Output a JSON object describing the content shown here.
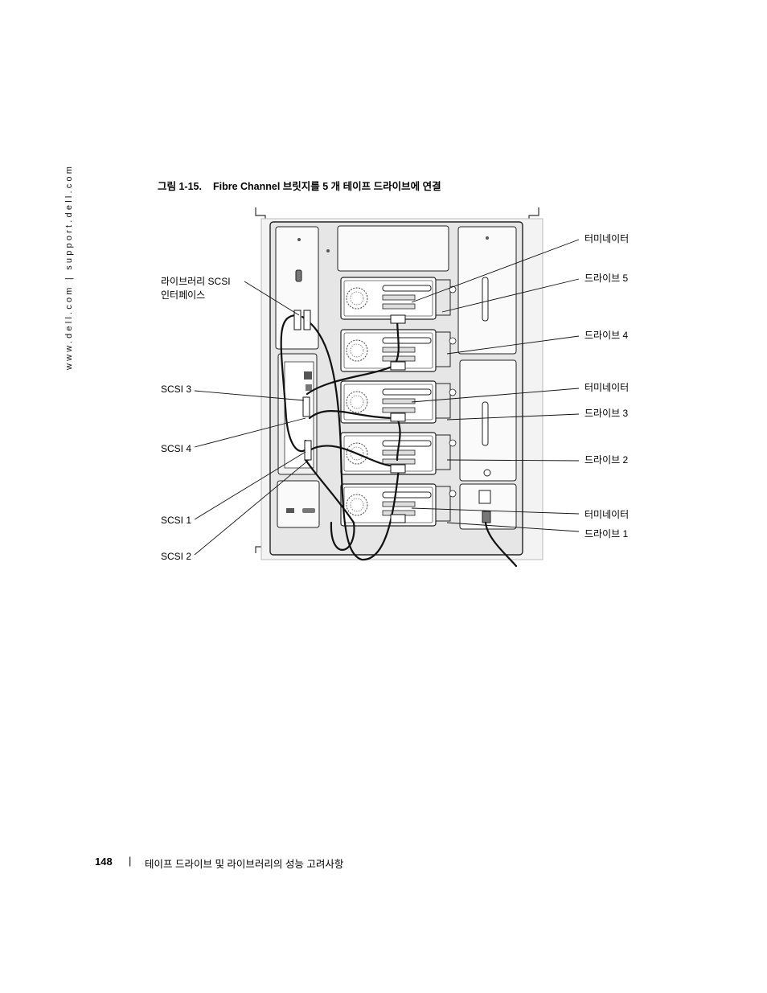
{
  "side_url": "www.dell.com | support.dell.com",
  "caption": {
    "number": "그림 1-15.",
    "title": "Fibre Channel 브릿지를 5 개 테이프 드라이브에 연결"
  },
  "callouts": {
    "library_scsi_line1": "라이브러리 SCSI",
    "library_scsi_line2": "인터페이스",
    "scsi3": "SCSI 3",
    "scsi4": "SCSI 4",
    "scsi1": "SCSI 1",
    "scsi2": "SCSI 2",
    "terminator_top": "터미네이터",
    "drive5": "드라이브 5",
    "drive4": "드라이브 4",
    "terminator_mid": "터미네이터",
    "drive3": "드라이브 3",
    "drive2": "드라이브 2",
    "terminator_bottom": "터미네이터",
    "drive1": "드라이브 1"
  },
  "footer": {
    "page_number": "148",
    "separator": "|",
    "section_title": "테이프 드라이브 및 라이브러리의 성능 고려사항"
  }
}
